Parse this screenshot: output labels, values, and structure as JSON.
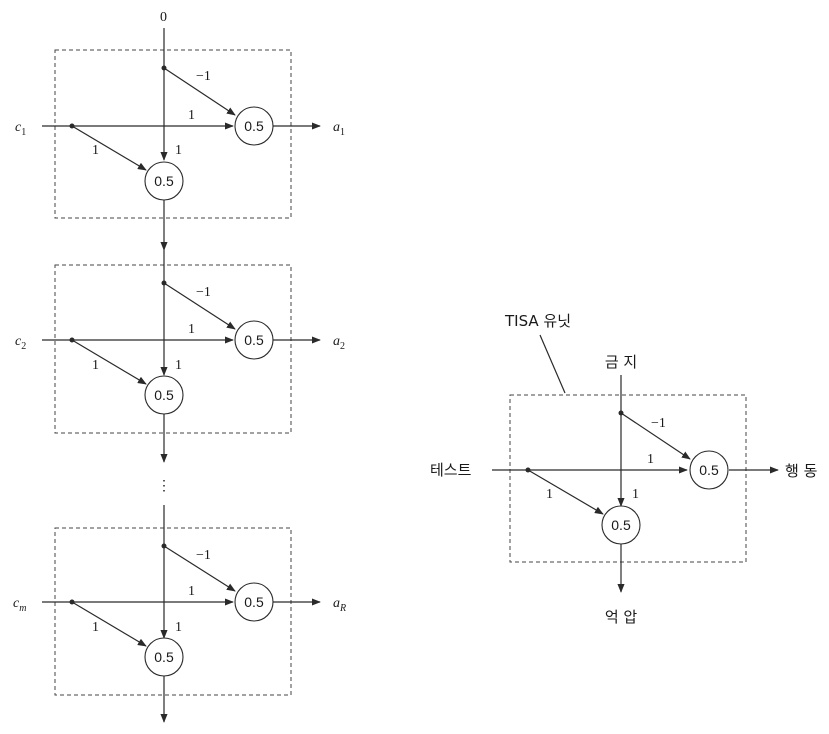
{
  "left_column": {
    "top_input": "0",
    "ellipsis": "⋮",
    "units": [
      {
        "input_base": "c",
        "input_sub": "1",
        "output_base": "a",
        "output_sub": "1",
        "w_inhibit": "−1",
        "w_excite": "1",
        "w_suppress": "1",
        "w_down": "1",
        "threshold_top": "0.5",
        "threshold_bottom": "0.5"
      },
      {
        "input_base": "c",
        "input_sub": "2",
        "output_base": "a",
        "output_sub": "2",
        "w_inhibit": "−1",
        "w_excite": "1",
        "w_suppress": "1",
        "w_down": "1",
        "threshold_top": "0.5",
        "threshold_bottom": "0.5"
      },
      {
        "input_base": "c",
        "input_sub": "m",
        "output_base": "a",
        "output_sub": "R",
        "w_inhibit": "−1",
        "w_excite": "1",
        "w_suppress": "1",
        "w_down": "1",
        "threshold_top": "0.5",
        "threshold_bottom": "0.5"
      }
    ]
  },
  "tisa_unit": {
    "caption": "TISA 유닛",
    "inhibit_label": "금 지",
    "test_label": "테스트",
    "action_label": "행 동",
    "suppress_label": "억 압",
    "w_inhibit": "−1",
    "w_excite": "1",
    "w_suppress": "1",
    "w_down": "1",
    "threshold_top": "0.5",
    "threshold_bottom": "0.5"
  }
}
